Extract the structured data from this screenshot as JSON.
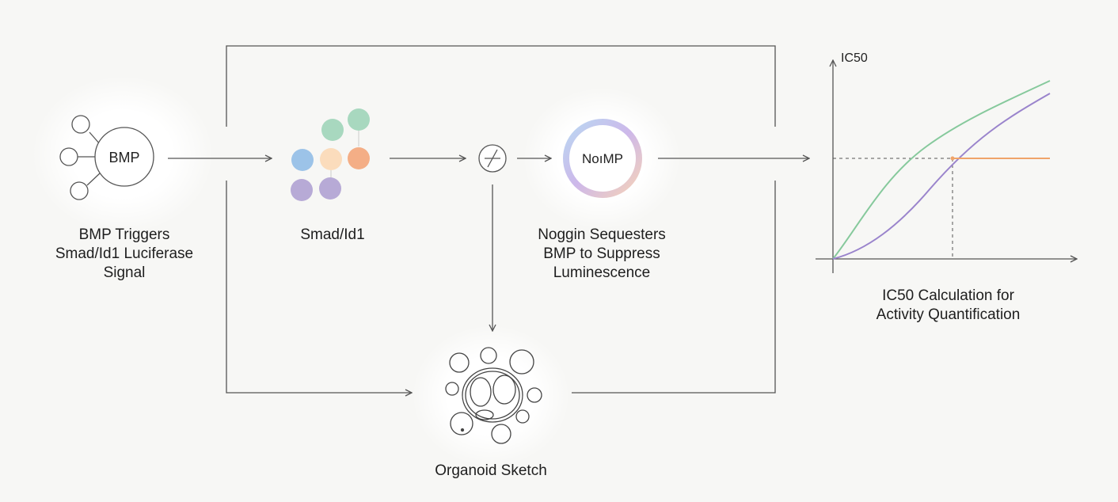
{
  "nodes": {
    "bmp": {
      "circle_text": "BMP",
      "caption_lines": [
        "BMP Triggers",
        "Smad/Id1 Luciferase",
        "Signal"
      ]
    },
    "smad": {
      "caption": "Smad/Id1",
      "dot_colors": [
        "#a8d8bf",
        "#a8d8bf",
        "#9cc3e8",
        "#fbdcbc",
        "#f4ae86",
        "#b7aad6",
        "#b7aad6"
      ]
    },
    "noggin": {
      "ring_text": "NoıMP",
      "caption_lines": [
        "Noggin Sequesters",
        "BMP to Suppress",
        "Luminescence"
      ]
    },
    "organoid": {
      "caption": "Organoid Sketch"
    },
    "ic50": {
      "axis_label": "IC50",
      "caption_lines": [
        "IC50 Calculation for",
        "Activity Quantification"
      ]
    }
  },
  "colors": {
    "line": "#555555",
    "curve_green": "#86c99c",
    "curve_purple": "#9a84cc",
    "curve_orange": "#f0a46a",
    "ring_gradient": [
      "#b9d8f2",
      "#cdb8ea",
      "#f6d2b8"
    ]
  },
  "icons": {
    "sum_node": "circle-slash-junction-icon"
  }
}
